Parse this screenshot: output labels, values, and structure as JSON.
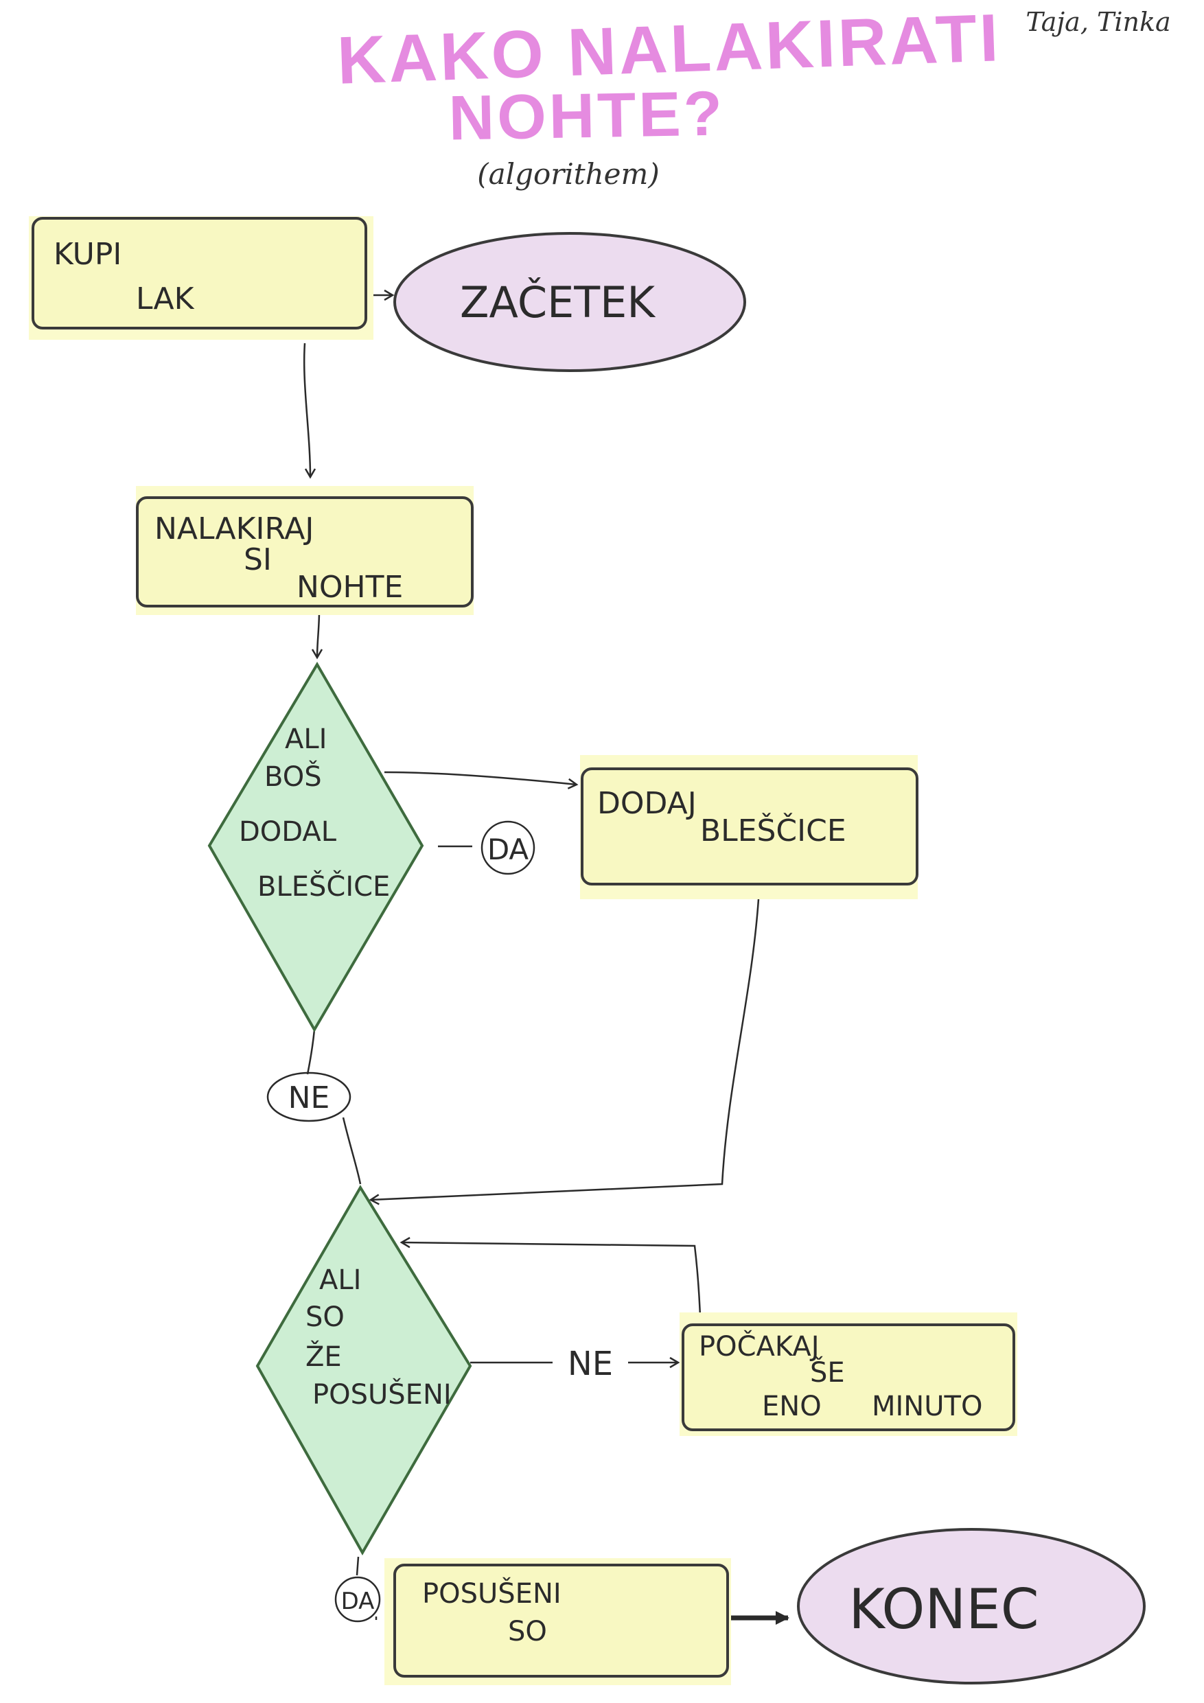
{
  "title": {
    "line1": "KAKO NALAKIRATI",
    "line2": "NOHTE?",
    "subtitle": "(algorithem)",
    "authors": "Taja, Tinka"
  },
  "colors": {
    "title": "#e58be0",
    "process_fill": "#f8f8c2",
    "process_bg": "#fbfbcc",
    "oval_fill": "#ecdcef",
    "decision_fill": "#cdeed3",
    "decision_stroke": "#3e6b3e",
    "line": "#2a2a2a"
  },
  "nodes": {
    "kupi_lak": {
      "lines": [
        "KUPI",
        "LAK"
      ]
    },
    "zacetek": {
      "text": "ZAČETEK"
    },
    "nalakiraj": {
      "lines": [
        "NALAKIRAJ",
        "SI",
        "NOHTE"
      ]
    },
    "decision1": {
      "lines": [
        "ALI",
        "BOŠ",
        "DODAL",
        "BLEŠČICE"
      ]
    },
    "dodaj": {
      "lines": [
        "DODAJ",
        "BLEŠČICE"
      ]
    },
    "decision2": {
      "lines": [
        "ALI",
        "SO",
        "ŽE",
        "POSUŠENI"
      ]
    },
    "pocakaj": {
      "lines": [
        "POČAKAJ",
        "ŠE",
        "ENO",
        "MINUTO"
      ]
    },
    "posuseni": {
      "lines": [
        "POSUŠENI",
        "SO"
      ]
    },
    "konec": {
      "text": "KONEC"
    }
  },
  "edge_labels": {
    "d1_yes": "DA",
    "d1_no": "NE",
    "d2_no": "NE",
    "d2_yes": "DA"
  }
}
